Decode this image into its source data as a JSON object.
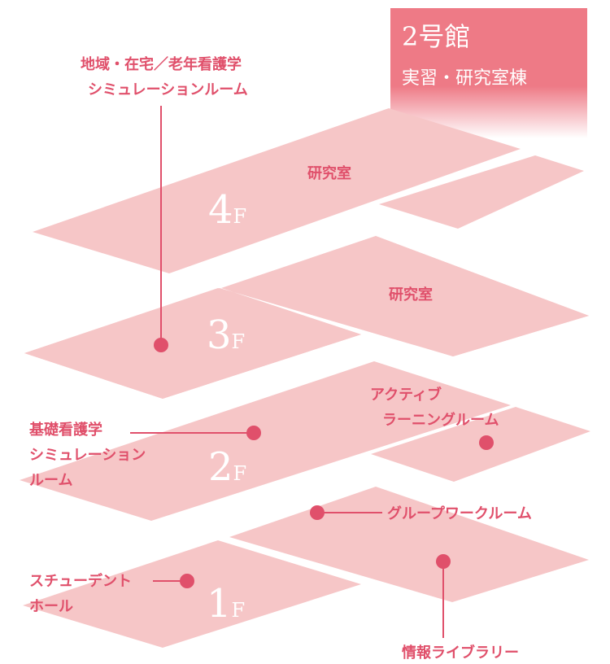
{
  "building": {
    "name": "2号館",
    "subtitle": "実習・研究室棟",
    "badge_color": "#ee7a86"
  },
  "floors": [
    {
      "num": "4",
      "suffix": "F"
    },
    {
      "num": "3",
      "suffix": "F"
    },
    {
      "num": "2",
      "suffix": "F"
    },
    {
      "num": "1",
      "suffix": "F"
    }
  ],
  "rooms": {
    "f4_research": "研究室",
    "f3_research": "研究室",
    "community_sim": [
      "地域・在宅／老年看護学",
      "シミュレーションルーム"
    ],
    "basic_sim": [
      "基礎看護学",
      "シミュレーション",
      "ルーム"
    ],
    "active_learning": [
      "アクティブ",
      "ラーニングルーム"
    ],
    "group_work": "グループワークルーム",
    "student_hall": [
      "スチューデント",
      "ホール"
    ],
    "info_library": "情報ライブラリー"
  },
  "colors": {
    "plate": "#f6c6c7",
    "accent": "#e0506b"
  }
}
